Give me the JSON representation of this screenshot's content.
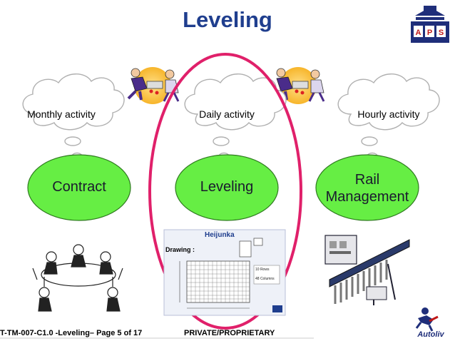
{
  "slide": {
    "title": "Leveling",
    "logo": {
      "letters": [
        "A",
        "P",
        "S"
      ]
    },
    "clouds": [
      {
        "label": "Monthly activity"
      },
      {
        "label": "Daily activity"
      },
      {
        "label": "Hourly activity"
      }
    ],
    "ovals": [
      {
        "label": "Contract",
        "color": "#66ee44"
      },
      {
        "label": "Leveling",
        "color": "#66ee44"
      },
      {
        "label_line1": "Rail",
        "label_line2": "Management",
        "color": "#66ee44"
      }
    ],
    "highlight_color": "#e0206a",
    "heijunka": {
      "title": "Heijunka",
      "drawing_label": "Drawing :",
      "rows_label": "10 Rows",
      "columns_label": "48 Columns"
    },
    "footer": {
      "left": "T-TM-007-C1.0 -Leveling– Page 5 of 17",
      "right": "PRIVATE/PROPRIETARY"
    },
    "brand": "Autoliv"
  }
}
